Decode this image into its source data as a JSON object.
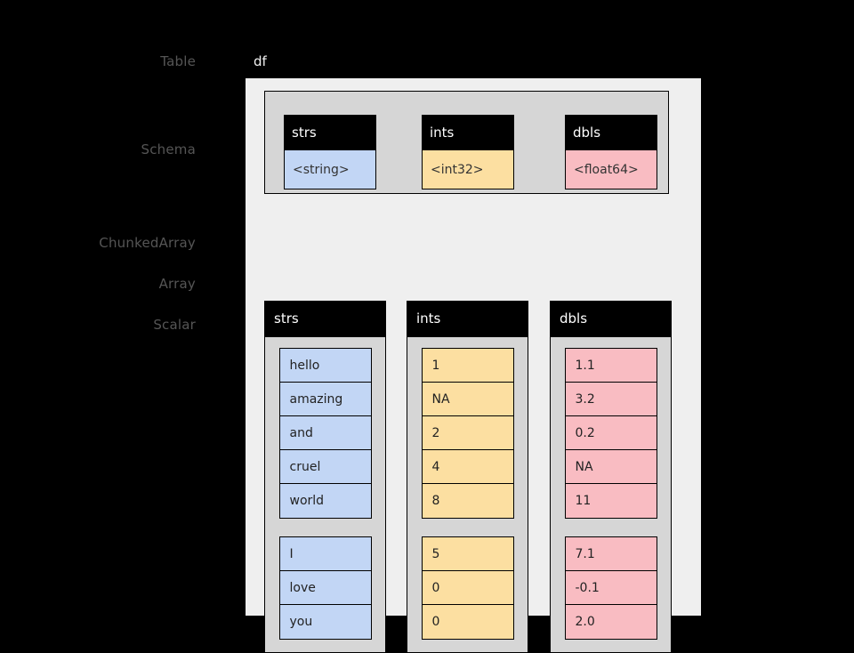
{
  "annotations": {
    "table": "Table",
    "schema": "Schema",
    "chunked_array": "ChunkedArray",
    "array": "Array",
    "scalar": "Scalar"
  },
  "table": {
    "name": "df"
  },
  "colors": {
    "string": "#c2d6f5",
    "int32": "#fcdfa1",
    "float64": "#f9bcc2",
    "table_background": "#efefef",
    "container_background": "#d6d6d6",
    "header_background": "#000000",
    "page_background": "#000000",
    "annotation_text": "#555555"
  },
  "schema": {
    "fields": [
      {
        "name": "strs",
        "type": "<string>",
        "type_class": "t-string"
      },
      {
        "name": "ints",
        "type": "<int32>",
        "type_class": "t-int32"
      },
      {
        "name": "dbls",
        "type": "<float64>",
        "type_class": "t-float64"
      }
    ]
  },
  "columns": [
    {
      "name": "strs",
      "type_class": "t-string",
      "chunks": [
        [
          "hello",
          "amazing",
          "and",
          "cruel",
          "world"
        ],
        [
          "I",
          "love",
          "you"
        ]
      ]
    },
    {
      "name": "ints",
      "type_class": "t-int32",
      "chunks": [
        [
          "1",
          "NA",
          "2",
          "4",
          "8"
        ],
        [
          "5",
          "0",
          "0"
        ]
      ]
    },
    {
      "name": "dbls",
      "type_class": "t-float64",
      "chunks": [
        [
          "1.1",
          "3.2",
          "0.2",
          "NA",
          "11"
        ],
        [
          "7.1",
          "-0.1",
          "2.0"
        ]
      ]
    }
  ]
}
